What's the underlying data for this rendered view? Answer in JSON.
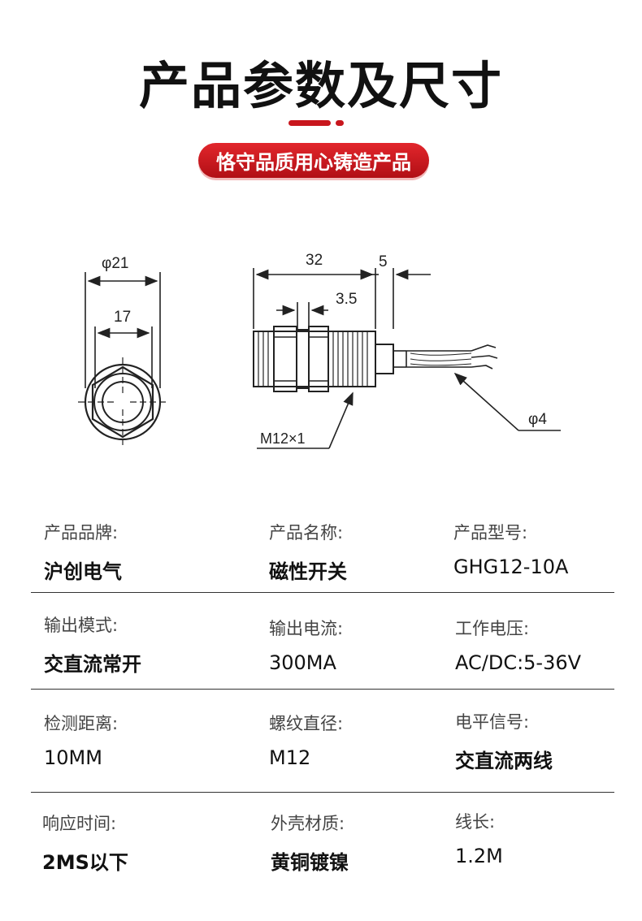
{
  "header": {
    "title": "产品参数及尺寸",
    "badge": "恪守品质用心铸造产品",
    "accent_color": "#c8161d"
  },
  "drawing": {
    "front_outer_diameter": "φ21",
    "front_inner_width": "17",
    "side_length": "32",
    "tail_length": "5",
    "nut_width": "3.5",
    "thread_label": "M12×1",
    "cable_diameter": "φ4"
  },
  "specs": [
    [
      {
        "label": "产品品牌:",
        "value": "沪创电气"
      },
      {
        "label": "产品名称:",
        "value": "磁性开关"
      },
      {
        "label": "产品型号:",
        "value": "GHG12-10A"
      }
    ],
    [
      {
        "label": "输出模式:",
        "value": "交直流常开"
      },
      {
        "label": "输出电流:",
        "value": "300MA"
      },
      {
        "label": "工作电压:",
        "value": "AC/DC:5-36V"
      }
    ],
    [
      {
        "label": "检测距离:",
        "value": "10MM"
      },
      {
        "label": "螺纹直径:",
        "value": "M12"
      },
      {
        "label": "电平信号:",
        "value": "交直流两线"
      }
    ],
    [
      {
        "label": "响应时间:",
        "value": "2MS以下"
      },
      {
        "label": "外壳材质:",
        "value": "黄铜镀镍"
      },
      {
        "label": "线长:",
        "value": "1.2M"
      }
    ]
  ]
}
